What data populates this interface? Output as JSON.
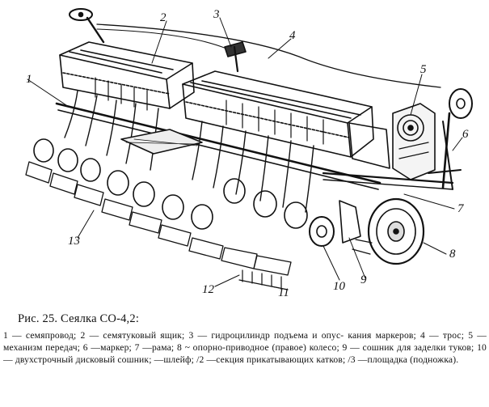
{
  "labels": [
    "1",
    "2",
    "3",
    "4",
    "5",
    "6",
    "7",
    "8",
    "9",
    "10",
    "11",
    "12",
    "13"
  ],
  "caption": {
    "title": "Рис. 25. Сеялка СО-4,2:",
    "lines": [
      "1 — семяпровод; 2 — семятуковый ящик; 3 — гидроцилиндр подъема и опус-",
      "кания маркеров; 4 — трос; 5 —механизм передач; 6 —маркер; 7 —рама;",
      "8 ~ опорно-приводное (правое) колесо; 9 — сошник для заделки туков; 10—",
      "двухстрочный дисковый сошник;   —шлейф; /2 —секция прикатывающих",
      "катков; /3 —площадка (подножка)."
    ]
  }
}
